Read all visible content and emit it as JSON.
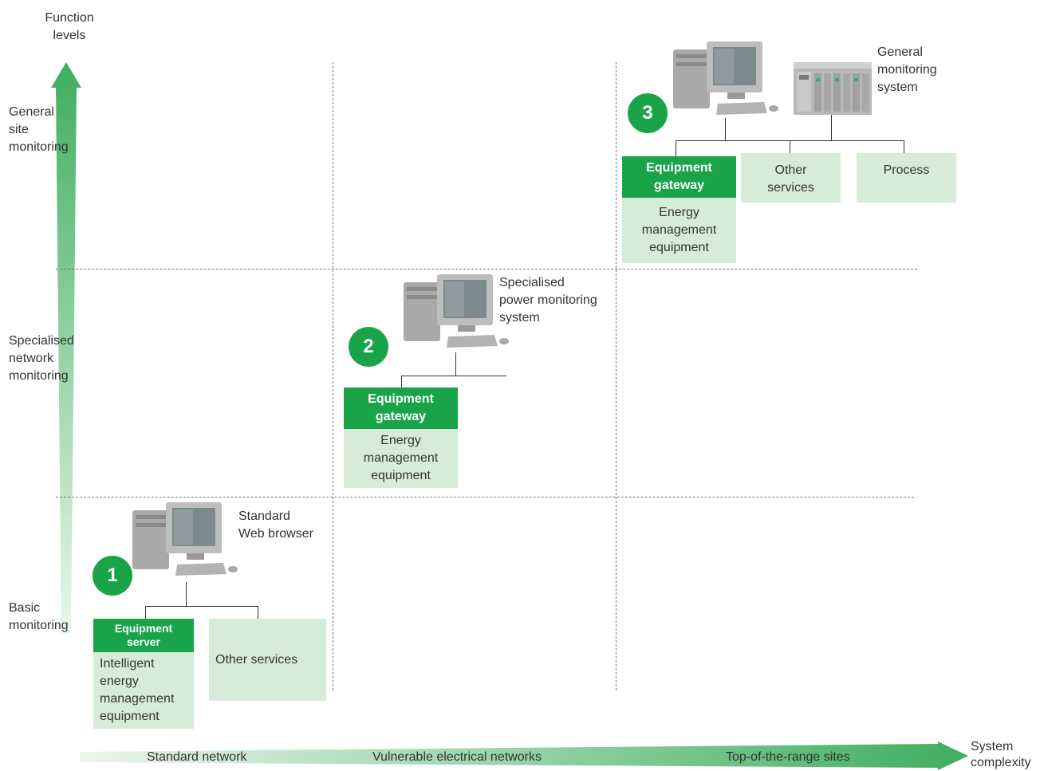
{
  "y_axis": {
    "title": [
      "Function",
      "levels"
    ],
    "levels": {
      "general": [
        "General",
        "site",
        "monitoring"
      ],
      "specialised": [
        "Specialised",
        "network",
        "monitoring"
      ],
      "basic": [
        "Basic",
        "monitoring"
      ]
    }
  },
  "x_axis": {
    "title": [
      "System",
      "complexity"
    ],
    "segments": [
      "Standard network",
      "Vulnerable electrical networks",
      "Top-of-the-range sites"
    ]
  },
  "level1": {
    "number": "1",
    "computer_label": [
      "Standard",
      "Web browser"
    ],
    "header": [
      "Equipment",
      "server"
    ],
    "device_text": [
      "Intelligent",
      "energy",
      "management",
      "equipment"
    ],
    "other_services": "Other services"
  },
  "level2": {
    "number": "2",
    "computer_label": [
      "Specialised",
      "power monitoring",
      "system"
    ],
    "header": [
      "Equipment",
      "gateway"
    ],
    "device_text": [
      "Energy",
      "management",
      "equipment"
    ]
  },
  "level3": {
    "number": "3",
    "computer_label": [
      "General",
      "monitoring",
      "system"
    ],
    "header": [
      "Equipment",
      "gateway"
    ],
    "device_text": [
      "Energy",
      "management",
      "equipment"
    ],
    "other_services": [
      "Other",
      "services"
    ],
    "process": "Process"
  },
  "colors": {
    "accent_green": "#1aa44a",
    "pale_green": "#d7ecd8",
    "text": "#333333"
  }
}
